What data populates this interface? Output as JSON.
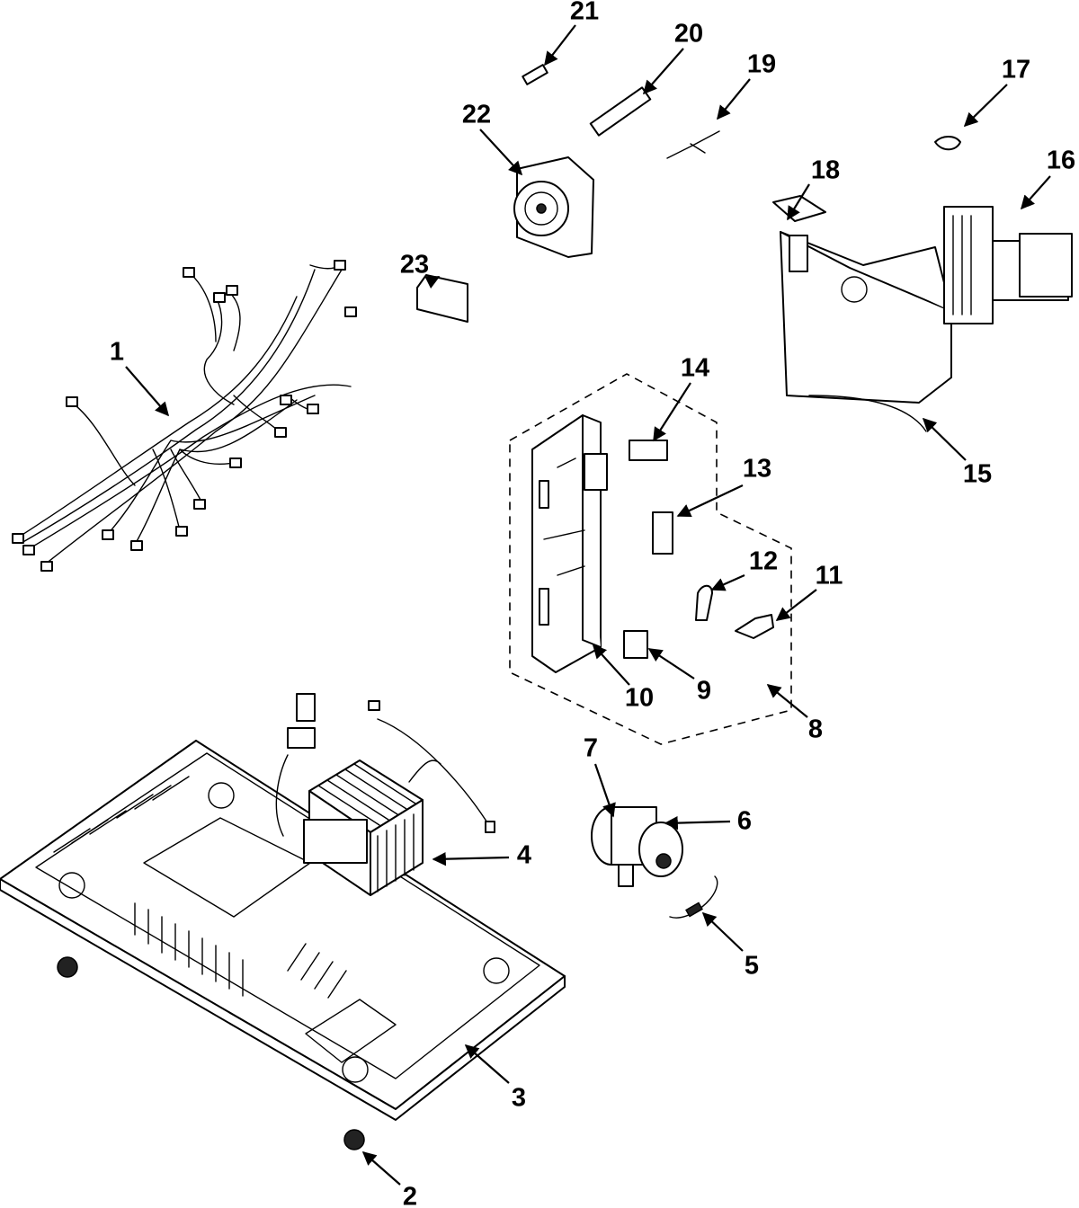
{
  "callouts": {
    "c1": "1",
    "c2": "2",
    "c3": "3",
    "c4": "4",
    "c5": "5",
    "c6": "6",
    "c7": "7",
    "c8": "8",
    "c9": "9",
    "c10": "10",
    "c11": "11",
    "c12": "12",
    "c13": "13",
    "c14": "14",
    "c15": "15",
    "c16": "16",
    "c17": "17",
    "c18": "18",
    "c19": "19",
    "c20": "20",
    "c21": "21",
    "c22": "22",
    "c23": "23"
  },
  "style": {
    "line_color": "#000000",
    "background": "#ffffff"
  }
}
